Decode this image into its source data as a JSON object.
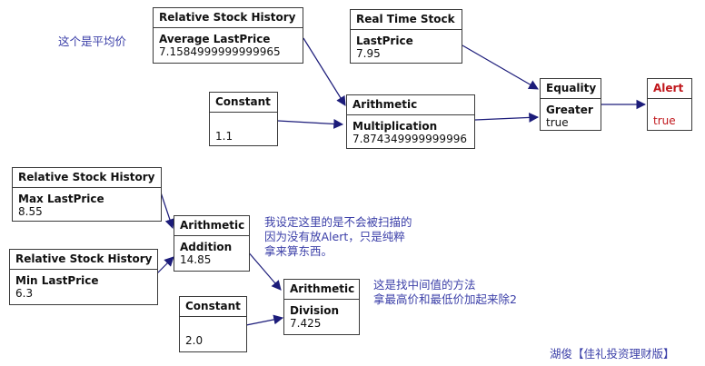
{
  "nodes": {
    "rsh_avg": {
      "title": "Relative Stock History",
      "label": "Average LastPrice",
      "value": "7.1584999999999965"
    },
    "rts": {
      "title": "Real Time Stock",
      "label": "LastPrice",
      "value": "7.95"
    },
    "const1": {
      "title": "Constant",
      "label": "",
      "value": "1.1"
    },
    "arith_mul": {
      "title": "Arithmetic",
      "label": "Multiplication",
      "value": "7.874349999999996"
    },
    "equality": {
      "title": "Equality",
      "label": "Greater",
      "value": "true"
    },
    "alert": {
      "title": "Alert",
      "label": "",
      "value": "true"
    },
    "rsh_max": {
      "title": "Relative Stock History",
      "label": "Max LastPrice",
      "value": "8.55"
    },
    "rsh_min": {
      "title": "Relative Stock History",
      "label": "Min LastPrice",
      "value": "6.3"
    },
    "arith_add": {
      "title": "Arithmetic",
      "label": "Addition",
      "value": "14.85"
    },
    "arith_div": {
      "title": "Arithmetic",
      "label": "Division",
      "value": "7.425"
    },
    "const2": {
      "title": "Constant",
      "label": "",
      "value": "2.0"
    }
  },
  "notes": {
    "average": "这个是平均价",
    "addition_1": "我设定这里的是不会被扫描的",
    "addition_2": "因为没有放Alert，只是纯粹",
    "addition_3": "拿来算东西。",
    "division_1": "这是找中间值的方法",
    "division_2": "拿最高价和最低价加起来除2",
    "credit": "湖俊【佳礼投资理财版】"
  },
  "colors": {
    "alert": "#c0161b",
    "note": "#3b3fa8",
    "arrow": "#1c1c7a"
  }
}
